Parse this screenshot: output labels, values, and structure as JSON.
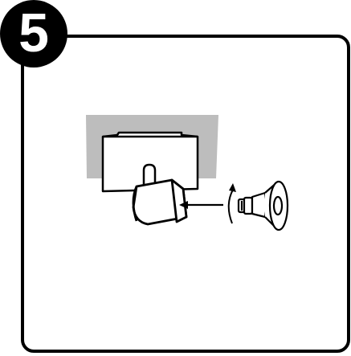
{
  "step": {
    "number": "5"
  },
  "colors": {
    "outline": "#000000",
    "wall": "#bdbdbd",
    "background": "#ffffff"
  },
  "illustration": {
    "elements": [
      "wall-plate",
      "mounting-box",
      "lamp-socket",
      "insert-arrow",
      "rotate-arrow",
      "spot-bulb"
    ]
  }
}
